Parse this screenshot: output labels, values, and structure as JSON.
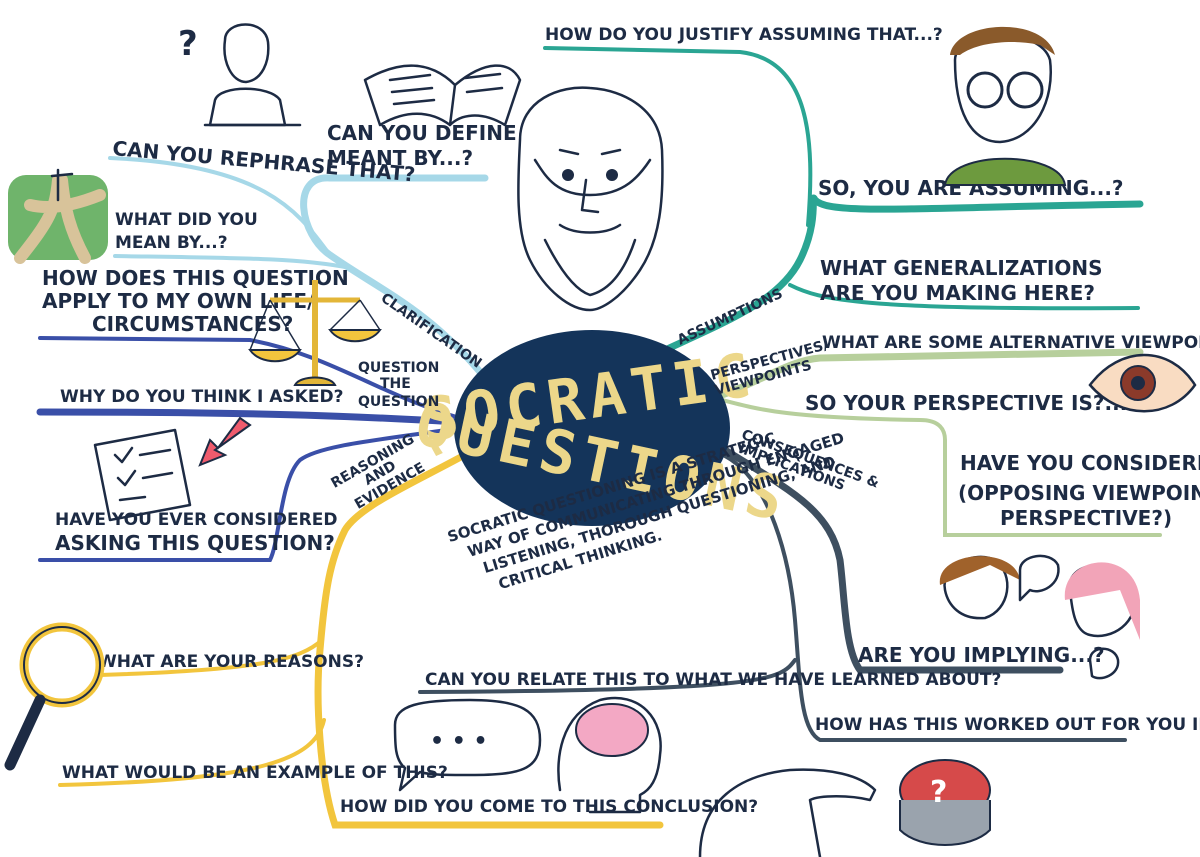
{
  "center": {
    "line1": "SOCRATIC",
    "line2": "QUESTIONS",
    "description": [
      "SOCRATIC QUESTIONING IS A STRATEGIC",
      "WAY OF COMMUNICATING THROUGH ENGAGED",
      "LISTENING, THOROUGH QUESTIONING, AND",
      "CRITICAL THINKING."
    ]
  },
  "categories": {
    "clarification": "CLARIFICATION",
    "assumptions": "ASSUMPTIONS",
    "perspectives_1": "PERSPECTIVES/",
    "perspectives_2": "VIEWPOINTS",
    "question_1": "QUESTION",
    "question_2": "THE",
    "question_3": "QUESTION",
    "reasoning_1": "REASONING",
    "reasoning_2": "AND",
    "reasoning_3": "EVIDENCE",
    "consequences_1": "CONSEQUENCES &",
    "consequences_2": "IMPLICATIONS"
  },
  "questions": {
    "define_1": "CAN YOU DEFINE",
    "define_2": "MEANT BY...?",
    "rephrase": "CAN YOU REPHRASE THAT?",
    "mean_1": "WHAT DID YOU",
    "mean_2": "MEAN BY...?",
    "justify": "HOW DO YOU JUSTIFY ASSUMING THAT...?",
    "so_assuming": "SO, YOU ARE ASSUMING...?",
    "generalizations_1": "WHAT GENERALIZATIONS",
    "generalizations_2": "ARE YOU MAKING HERE?",
    "alternative": "WHAT ARE SOME ALTERNATIVE VIEWPOINTS?",
    "your_perspective": "SO YOUR PERSPECTIVE IS?...",
    "considered_1": "HAVE YOU CONSIDERED",
    "considered_2": "(OPPOSING VIEWPOINT/",
    "considered_3": "PERSPECTIVE?)",
    "apply_1": "HOW DOES THIS QUESTION",
    "apply_2": "APPLY TO MY OWN LIFE/",
    "apply_3": "CIRCUMSTANCES?",
    "why_asked": "WHY DO YOU THINK I ASKED?",
    "ever_considered_1": "HAVE YOU EVER CONSIDERED",
    "ever_considered_2": "ASKING THIS QUESTION?",
    "reasons": "WHAT ARE YOUR REASONS?",
    "example": "WHAT WOULD BE AN EXAMPLE OF THIS?",
    "conclusion": "HOW DID YOU COME TO THIS CONCLUSION?",
    "relate": "CAN YOU RELATE THIS TO WHAT WE HAVE LEARNED ABOUT?",
    "implying": "ARE YOU IMPLYING...?",
    "worked_out": "HOW HAS THIS WORKED OUT FOR YOU IN PAST?"
  },
  "doodles": {
    "question_mark": "?",
    "speech_dots": "• • •"
  },
  "colors": {
    "center_fill": "#14345a",
    "center_text": "#ecd78a",
    "clarification": "#a6d8e8",
    "assumptions": "#2aa593",
    "perspectives": "#b7cf9c",
    "question": "#3a4fa8",
    "reasoning": "#f2c53d",
    "consequences": "#3e4f60"
  }
}
